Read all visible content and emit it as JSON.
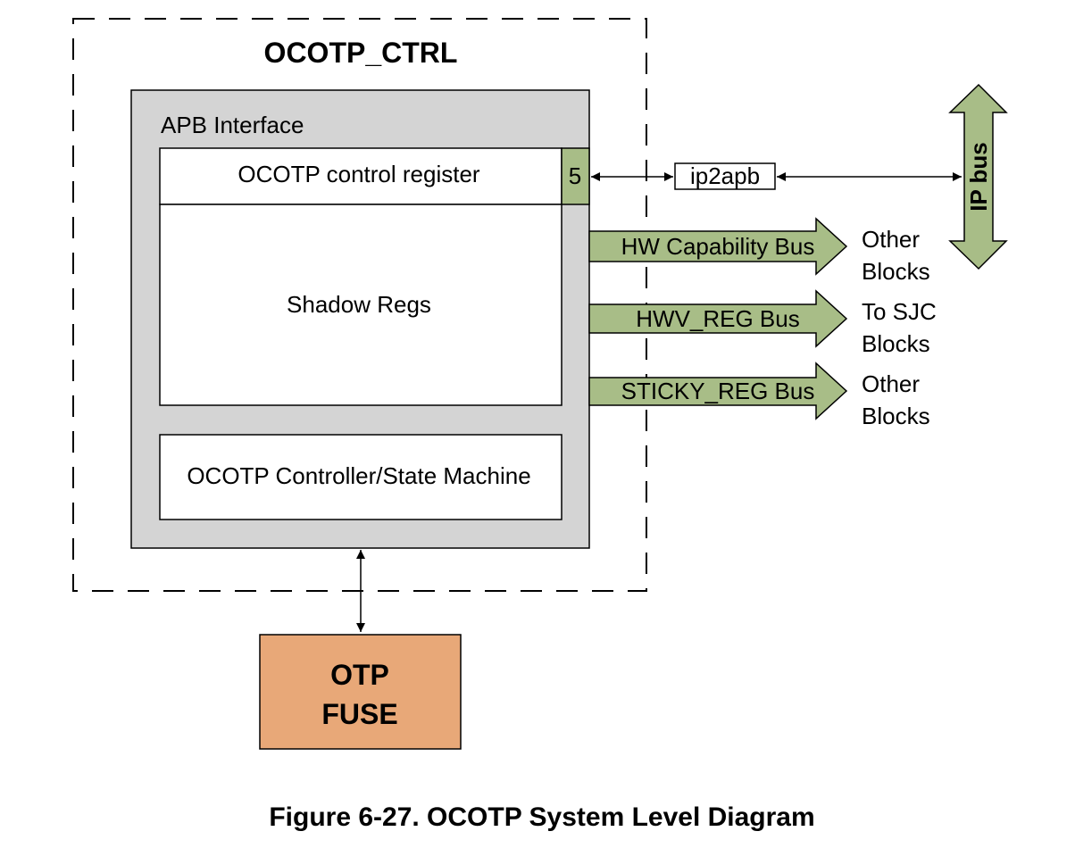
{
  "diagram": {
    "outer_title": "OCOTP_CTRL",
    "apb_label": "APB Interface",
    "control_register": "OCOTP control register",
    "port_label": "5",
    "shadow_regs": "Shadow Regs",
    "controller": "OCOTP Controller/State Machine",
    "ip2apb": "ip2apb",
    "ip_bus": "IP bus",
    "fuse": {
      "line1": "OTP",
      "line2": "FUSE"
    },
    "buses": [
      {
        "label": "HW Capability Bus",
        "dest_line1": "Other",
        "dest_line2": "Blocks"
      },
      {
        "label": "HWV_REG Bus",
        "dest_line1": "To SJC",
        "dest_line2": "Blocks"
      },
      {
        "label": "STICKY_REG Bus",
        "dest_line1": "Other",
        "dest_line2": "Blocks"
      }
    ],
    "caption": "Figure 6-27. OCOTP System Level Diagram"
  },
  "colors": {
    "apb_fill": "#d4d4d4",
    "bus_green": "#a8bd87",
    "fuse_fill": "#e8a878",
    "stroke": "#000000",
    "white": "#ffffff"
  }
}
